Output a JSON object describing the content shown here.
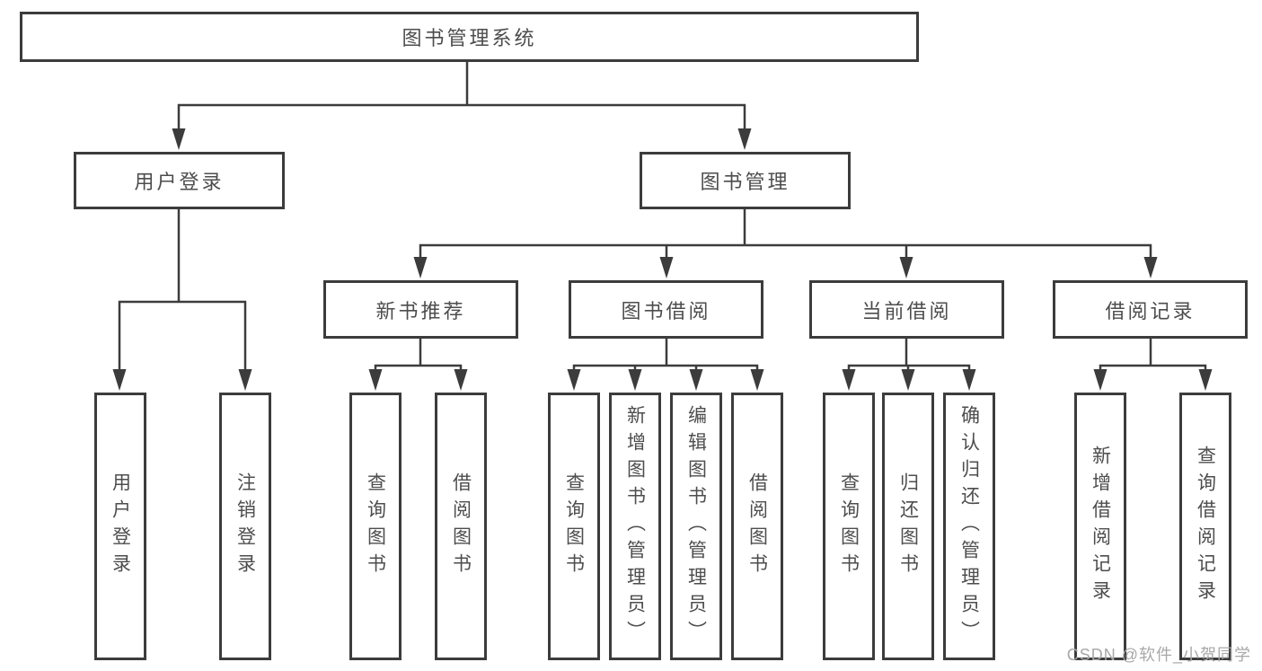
{
  "tree": {
    "label": "图书管理系统",
    "children": [
      {
        "label": "用户登录",
        "children": [
          {
            "label": "用户登录"
          },
          {
            "label": "注销登录"
          }
        ]
      },
      {
        "label": "图书管理",
        "children": [
          {
            "label": "新书推荐",
            "children": [
              {
                "label": "查询图书"
              },
              {
                "label": "借阅图书"
              }
            ]
          },
          {
            "label": "图书借阅",
            "children": [
              {
                "label": "查询图书"
              },
              {
                "label": "新增图书（管理员）"
              },
              {
                "label": "编辑图书（管理员）"
              },
              {
                "label": "借阅图书"
              }
            ]
          },
          {
            "label": "当前借阅",
            "children": [
              {
                "label": "查询图书"
              },
              {
                "label": "归还图书"
              },
              {
                "label": "确认归还（管理员）"
              }
            ]
          },
          {
            "label": "借阅记录",
            "children": [
              {
                "label": "新增借阅记录"
              },
              {
                "label": "查询借阅记录"
              }
            ]
          }
        ]
      }
    ]
  },
  "watermark": {
    "text": "CSDN @软件_小贺同学"
  },
  "colors": {
    "line": "#3c3c3c",
    "text": "#4d4d4d",
    "watermark": "#a8a8a8",
    "background": "#ffffff"
  }
}
